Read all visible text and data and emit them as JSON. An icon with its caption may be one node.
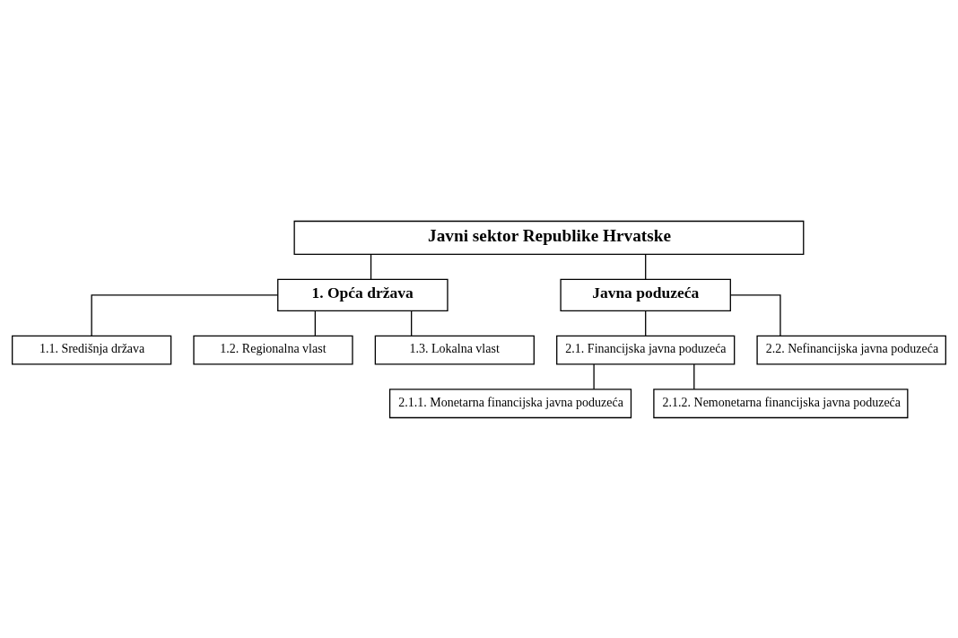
{
  "diagram": {
    "nodes": [
      {
        "text": [
          "Javni sektor Republike Hrvatske"
        ]
      },
      {
        "text": [
          "1. Opća država"
        ]
      },
      {
        "text": [
          "Javna poduzeća"
        ]
      },
      {
        "text": [
          "1.1. Središnja država"
        ]
      },
      {
        "text": [
          "1.2. Regionalna vlast"
        ]
      },
      {
        "text": [
          "1.3. Lokalna vlast"
        ]
      },
      {
        "text": [
          "2.1. Financijska javna poduzeća"
        ]
      },
      {
        "text": [
          "2.2. Nefinancijska javna poduzeća"
        ]
      },
      {
        "text": [
          "2.1.1. Monetarna financijska javna poduzeća"
        ]
      },
      {
        "text": [
          "2.1.2. Nemonetarna financijska javna poduzeća"
        ]
      }
    ],
    "edges": [
      {
        "from": 0,
        "to": 1,
        "arrow": "none"
      },
      {
        "from": 0,
        "to": 2,
        "arrow": "none"
      },
      {
        "from": 1,
        "to": 3,
        "arrow": "none"
      },
      {
        "from": 1,
        "to": 4,
        "arrow": "none"
      },
      {
        "from": 1,
        "to": 5,
        "arrow": "none"
      },
      {
        "from": 2,
        "to": 6,
        "arrow": "none"
      },
      {
        "from": 2,
        "to": 7,
        "arrow": "none"
      },
      {
        "from": 6,
        "to": 8,
        "arrow": "none"
      },
      {
        "from": 6,
        "to": 9,
        "arrow": "none"
      }
    ]
  }
}
